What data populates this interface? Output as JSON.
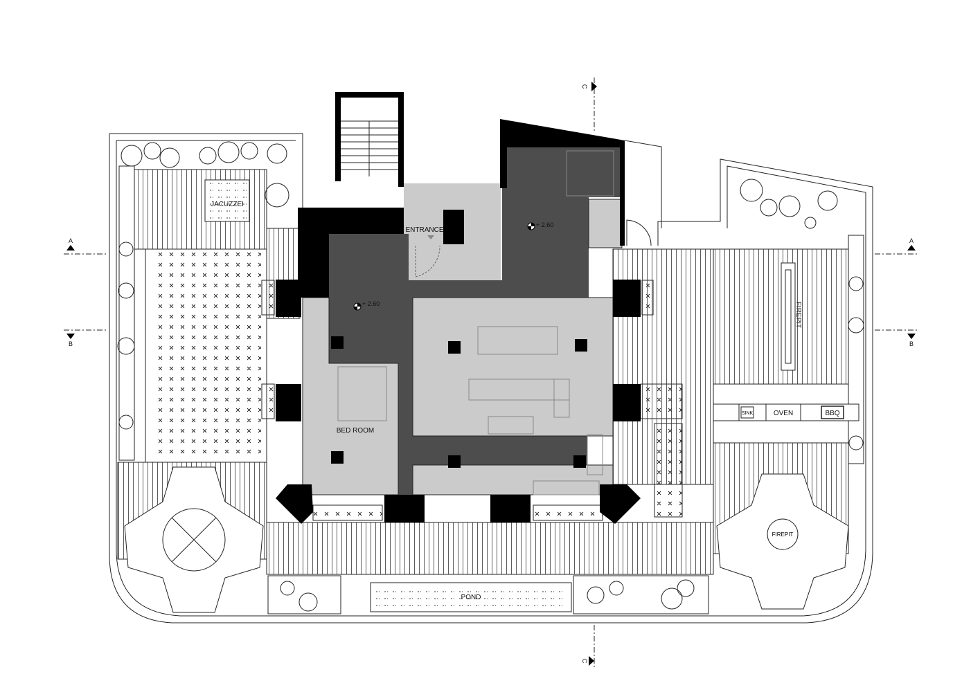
{
  "plan": {
    "labels": {
      "jacuzzi": "JACUZZEI",
      "entrance": "ENTRANCE",
      "level_1": "+ 2.60",
      "level_2": "+ 2.60",
      "bedroom": "BED ROOM",
      "firepit_bar": "FIREPIT",
      "firepit_round": "FIREPIT",
      "sink": "SINK",
      "oven": "OVEN",
      "bbq": "BBQ",
      "pond": "POND"
    },
    "section_marks": {
      "a_left": "A",
      "a_right": "A",
      "b_left": "B",
      "b_right": "B",
      "c_top": "C",
      "c_bottom": "C"
    },
    "colors": {
      "wall": "#000000",
      "dark_floor": "#4d4d4d",
      "light_floor": "#cbcbcb",
      "line": "#222222"
    }
  }
}
